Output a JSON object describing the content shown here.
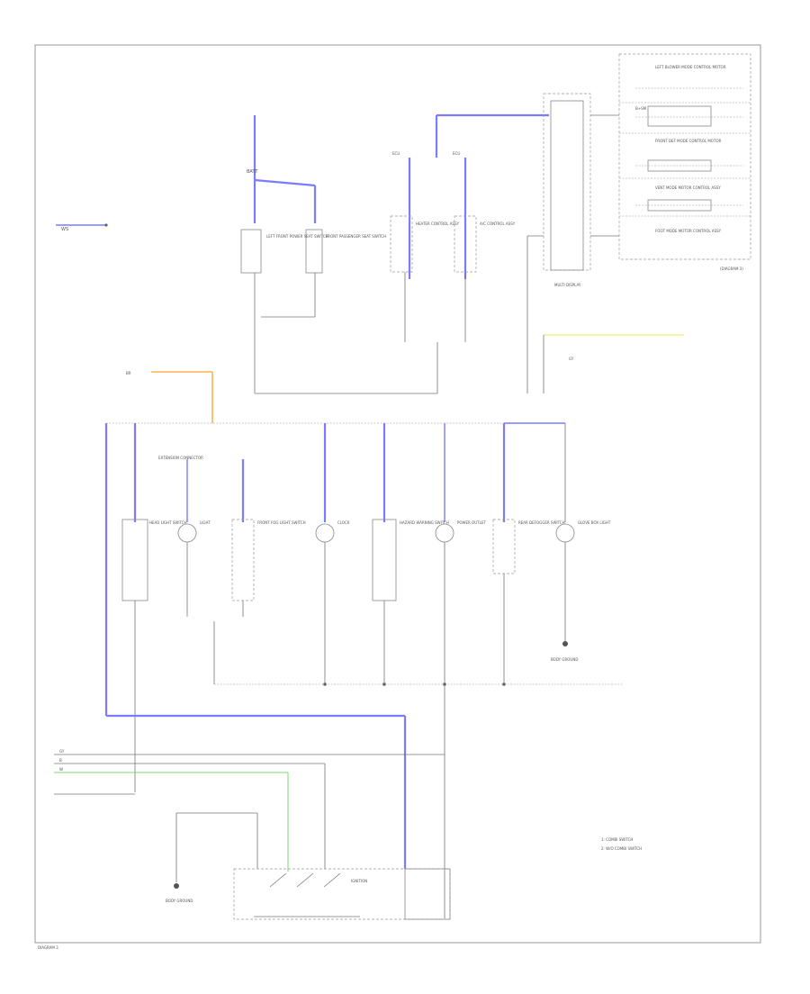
{
  "diagram": {
    "legend_box": {
      "items": [
        "LEFT BLOWER MODE CONTROL MOTOR",
        "FRONT DEF MODE CONTROL MOTOR",
        "VENT MODE MOTOR CONTROL ASSY",
        "FOOT MODE MOTOR CONTROL ASSY"
      ],
      "caption": "(DIAGRAM 3)"
    },
    "footnotes": [
      "1: COMBI SWITCH",
      "2: W/O COMBI SWITCH"
    ],
    "page_label": "DIAGRAM 3",
    "connectors": {
      "ws_left": "WS",
      "top_main": "BATT",
      "ecu_a": "ECU",
      "ecu_b": "ECU",
      "fuse_right": "B+SM"
    },
    "components_top": [
      {
        "id": "c1",
        "label": "LEFT FRONT POWER SEAT SWITCH"
      },
      {
        "id": "c2",
        "label": "FRONT PASSENGER SEAT SWITCH"
      },
      {
        "id": "c3",
        "label": "HEATER CONTROL ASSY"
      },
      {
        "id": "c4",
        "label": "A/C CONTROL ASSY"
      },
      {
        "id": "c5",
        "label": "MULTI DISPLAY"
      }
    ],
    "components_mid": [
      {
        "id": "m1",
        "label": "HEAD LIGHT SWITCH"
      },
      {
        "id": "m2",
        "label": "LIGHT"
      },
      {
        "id": "m3",
        "label": "FRONT FOG LIGHT SWITCH"
      },
      {
        "id": "m4",
        "label": "CLOCK"
      },
      {
        "id": "m5",
        "label": "HAZARD WARNING SWITCH"
      },
      {
        "id": "m6",
        "label": "POWER OUTLET"
      },
      {
        "id": "m7",
        "label": "REAR DEFOGGER SWITCH"
      },
      {
        "id": "m8",
        "label": "GLOVE BOX LIGHT"
      }
    ],
    "labels": {
      "junction_mid": "EXTENSION CONNECTOR",
      "left_ground": "BODY GROUND",
      "bottom_ground": "BODY GROUND",
      "switch_label": "IGNITION",
      "wire_gy": "GY",
      "wire_b": "B",
      "wire_w": "W",
      "wire_br": "BR"
    }
  }
}
